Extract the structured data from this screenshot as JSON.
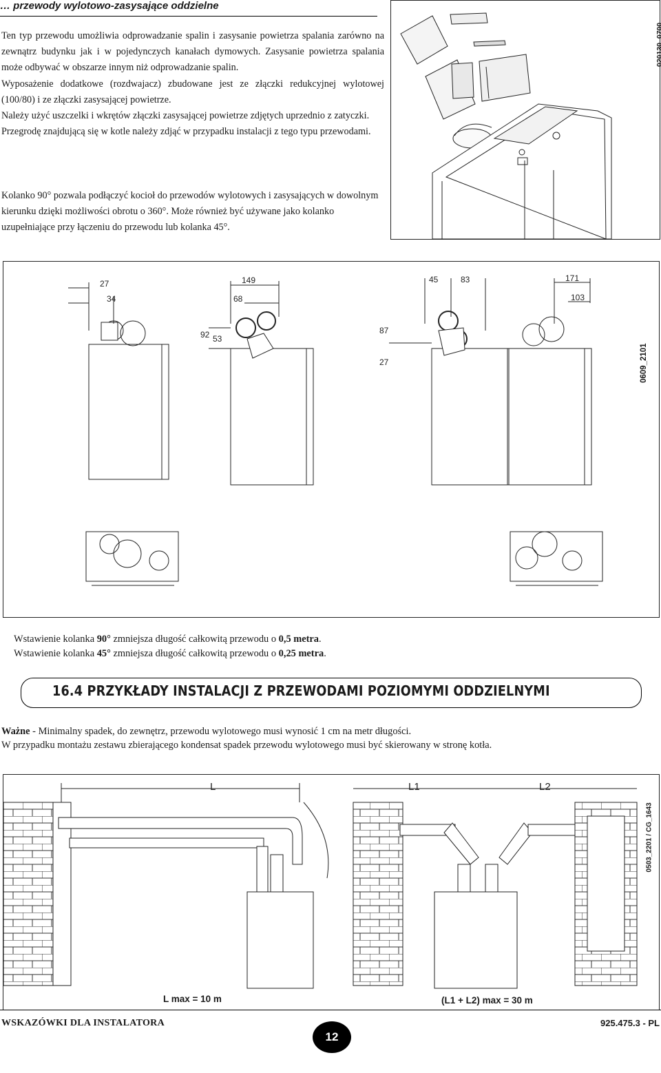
{
  "section_title": "… przewody wylotowo-zasysające oddzielne",
  "paragraphs": [
    "Ten typ przewodu umożliwia odprowadzanie spalin i zasysanie powietrza spalania zarówno na zewnątrz budynku jak i w pojedynczych kanałach dymowych. Zasysanie powietrza spalania może odbywać w obszarze innym niż odprowadzanie spalin.",
    "Wyposażenie dodatkowe (rozdwajacz) zbudowane jest ze złączki redukcyjnej wylotowej (100/80) i ze złączki zasysającej powietrze.",
    "Należy użyć uszczelki i wkrętów złączki zasysającej powietrze zdjętych uprzednio z zatyczki.",
    "Przegrodę znajdującą się w kotle należy zdjąć w przypadku instalacji z tego typu przewodami.",
    "Kolanko 90° pozwala podłączyć kocioł do przewodów wylotowych i zasysających w dowolnym kierunku dzięki możliwości obrotu o 360°. Może również być używane jako kolanko uzupełniające przy łączeniu do przewodu lub kolanka 45°."
  ],
  "figure1": {
    "code": "020130_0700"
  },
  "figure2": {
    "code": "0609_2101",
    "dims": {
      "a27": "27",
      "a34": "34",
      "b149": "149",
      "b68": "68",
      "b92": "92",
      "b53": "53",
      "c45": "45",
      "c83": "83",
      "c87": "87",
      "c27": "27",
      "d171": "171",
      "d103": "103"
    }
  },
  "notes": {
    "line1_prefix": "Wstawienie kolanka",
    "line1_bold1": "90°",
    "line1_mid": "zmniejsza długość całkowitą przewodu o",
    "line1_bold2": "0,5 metra",
    "line2_prefix": "Wstawienie kolanka",
    "line2_bold1": "45°",
    "line2_mid": "zmniejsza długość całkowitą przewodu o",
    "line2_bold2": "0,25 metra"
  },
  "heading": "16.4 PRZYKŁADY INSTALACJI Z PRZEWODAMI POZIOMYMI ODDZIELNYMI",
  "important": {
    "label": "Ważne",
    "text": " - Minimalny spadek, do zewnętrz, przewodu wylotowego musi wynosić 1 cm na metr długości.",
    "line2": "W przypadku montażu zestawu zbierającego kondensat spadek przewodu wylotowego musi być skierowany w stronę kotła."
  },
  "figure3": {
    "code": "0503_2201 / CG_1643",
    "label_L": "L",
    "label_L1": "L1",
    "label_L2": "L2",
    "caption_left": "L max = 10 m",
    "caption_right": "(L1 + L2) max  = 30 m"
  },
  "footer": {
    "left": "WSKAZÓWKI DLA INSTALATORA",
    "page": "12",
    "right": "925.475.3 - PL"
  }
}
